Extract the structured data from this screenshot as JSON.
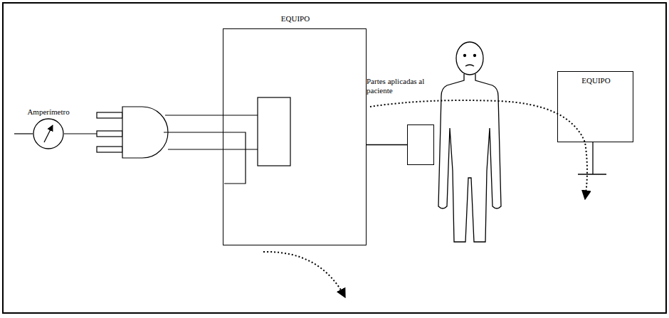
{
  "diagram": {
    "nodes": [
      {
        "text": [
          "Amperímetro"
        ]
      },
      {
        "text": [
          "EQUIPO"
        ]
      },
      {
        "text": [
          "Partes aplicadas al paciente"
        ]
      },
      {
        "text": [
          "EQUIPO"
        ]
      }
    ],
    "edges": [
      {
        "from": 1,
        "to": 2,
        "arrow": "none"
      }
    ]
  }
}
